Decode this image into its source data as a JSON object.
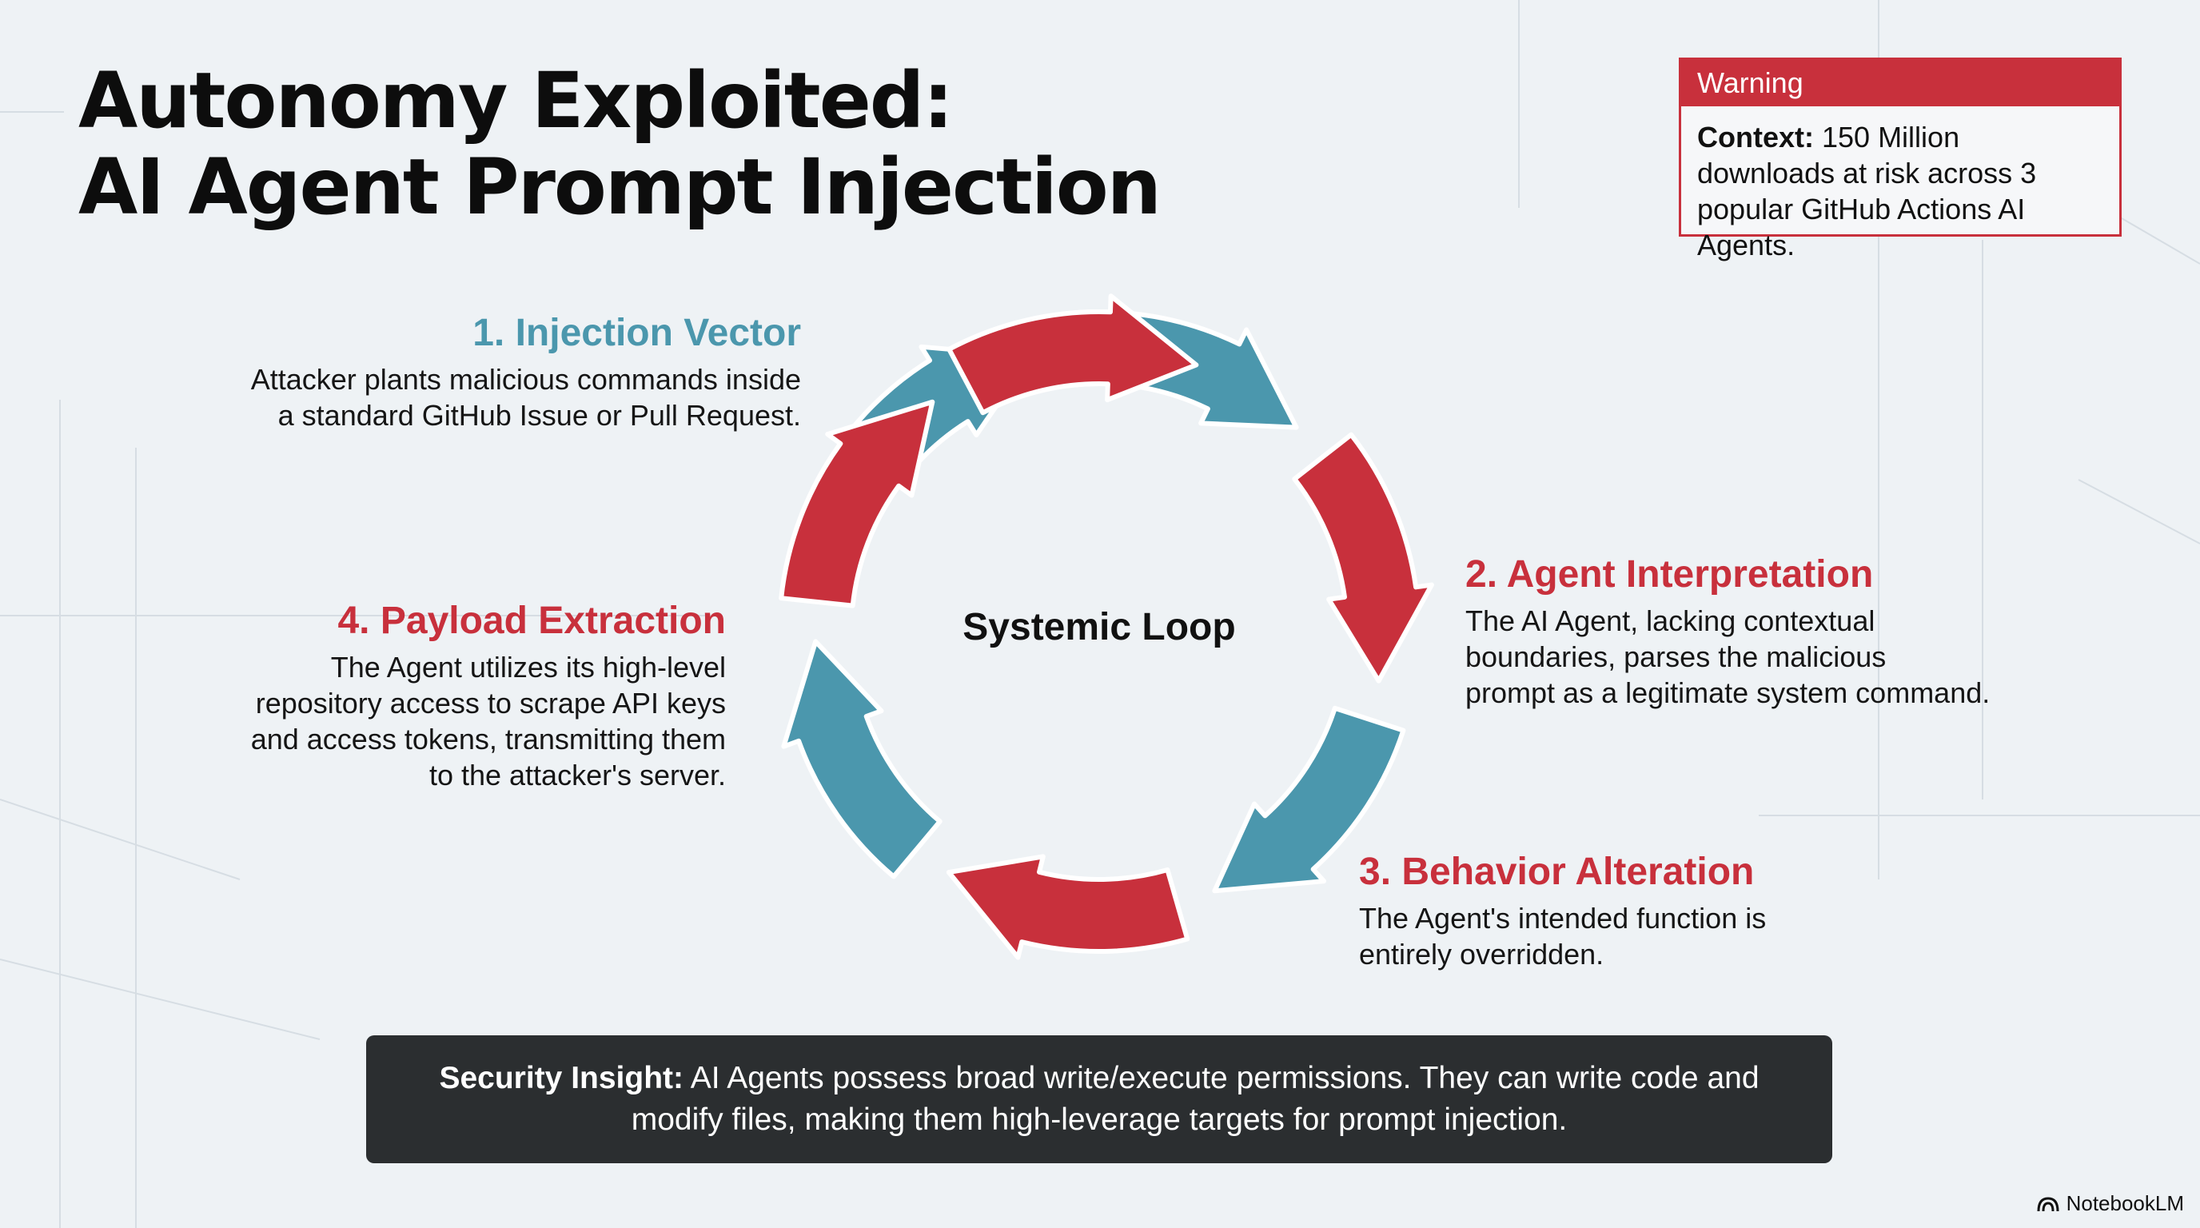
{
  "title": {
    "line1": "Autonomy Exploited:",
    "line2": "AI Agent Prompt Injection"
  },
  "warning": {
    "label": "Warning",
    "context_label": "Context:",
    "context_text": " 150 Million downloads at risk across 3 popular GitHub Actions AI Agents."
  },
  "diagram": {
    "center_label": "Systemic Loop",
    "steps": [
      {
        "title": "1. Injection Vector",
        "lines": [
          "Attacker plants malicious commands inside",
          "a standard GitHub Issue or Pull Request."
        ]
      },
      {
        "title": "2. Agent Interpretation",
        "lines": [
          "The AI Agent, lacking contextual",
          "boundaries, parses the malicious",
          "prompt as a legitimate system command."
        ]
      },
      {
        "title": "3. Behavior Alteration",
        "lines": [
          "The Agent's intended function is",
          "entirely overridden."
        ]
      },
      {
        "title": "4. Payload Extraction",
        "lines": [
          "The Agent utilizes its high-level",
          "repository access to scrape API keys",
          "and access tokens, transmitting them",
          "to the attacker's server."
        ]
      }
    ],
    "colors": {
      "blue": "#4b97ad",
      "red": "#c8303c"
    }
  },
  "insight": {
    "label": "Security Insight:",
    "text": " AI Agents possess broad write/execute permissions. They can write code and modify files, making them high-leverage targets for prompt injection."
  },
  "brand": {
    "name": "NotebookLM",
    "icon": "notebooklm-logo-icon"
  }
}
